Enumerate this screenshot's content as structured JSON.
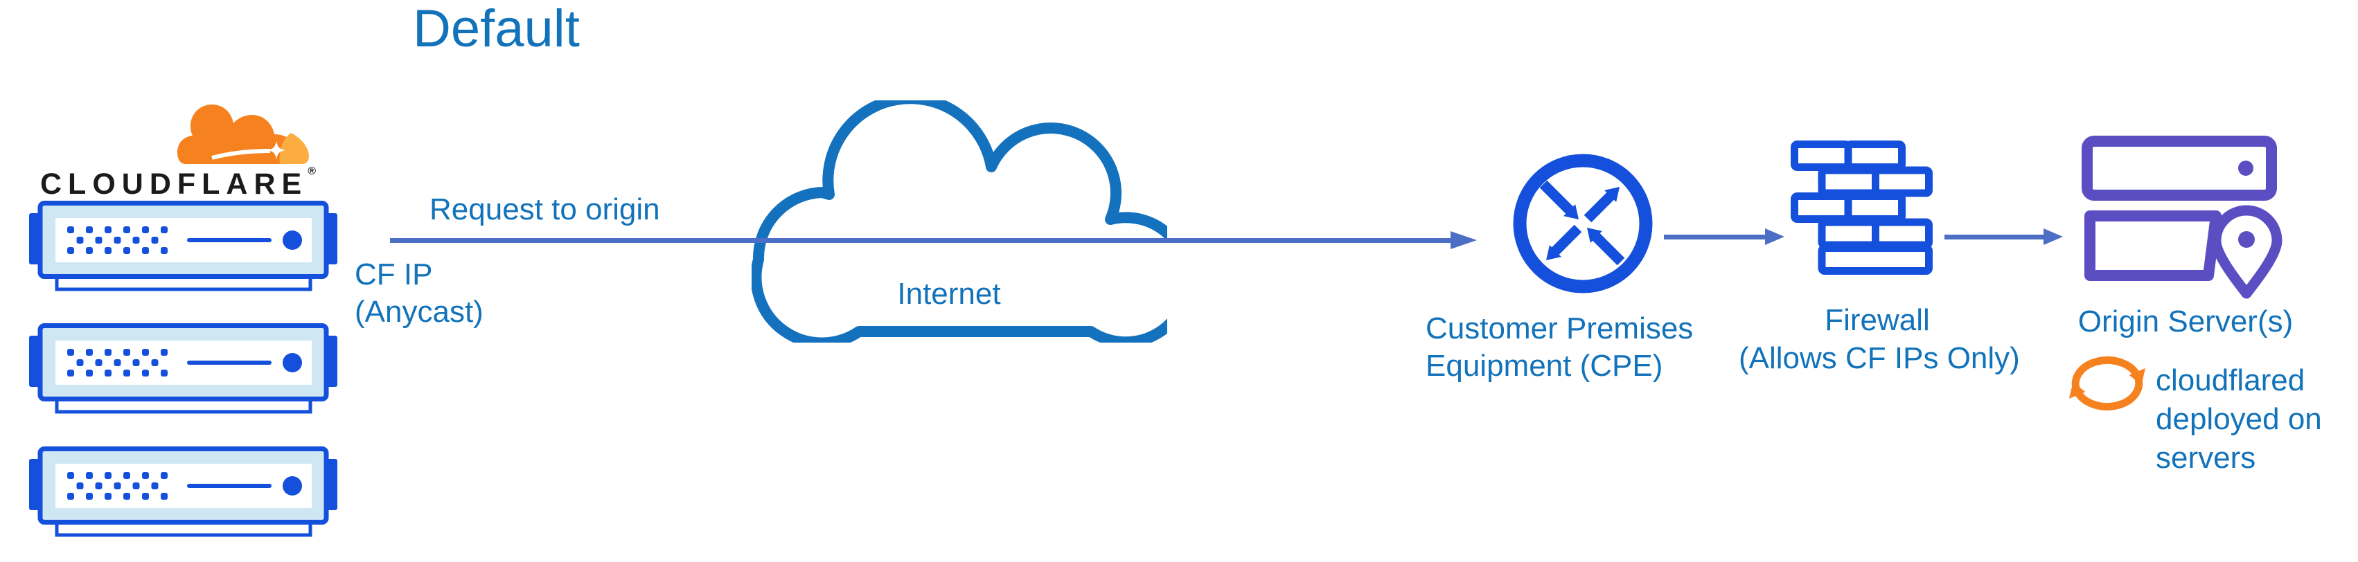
{
  "title": "Default",
  "colors": {
    "label_blue": "#1272BA",
    "icon_blue": "#1450DB",
    "icon_blue_fill": "#CEE7F3",
    "arrow_blue": "#4D6EC5",
    "cloud_stroke": "#1371BD",
    "origin_purple": "#5B4EC2",
    "cf_orange": "#F6821F",
    "cf_orange_light": "#FBAD41",
    "wordmark_black": "#1B1B1B"
  },
  "cloudflare": {
    "wordmark": "CLOUDFLARE",
    "registered": "®"
  },
  "flow": {
    "request_label": "Request to origin",
    "cf_ip_line1": "CF IP",
    "cf_ip_line2": "(Anycast)",
    "internet_label": "Internet"
  },
  "nodes": {
    "cpe": {
      "line1": "Customer Premises",
      "line2": "Equipment (CPE)"
    },
    "firewall": {
      "line1": "Firewall",
      "line2": "(Allows CF IPs Only)"
    },
    "origin": {
      "label": "Origin Server(s)"
    },
    "cloudflared": {
      "line1": "cloudflared",
      "line2": "deployed on",
      "line3": "servers"
    }
  },
  "icons": {
    "edge_server": "server-rack-icon",
    "internet": "cloud-icon",
    "cpe": "router-icon",
    "firewall": "brick-wall-icon",
    "origin": "origin-server-location-icon",
    "cloudflared": "sync-arrows-icon"
  }
}
